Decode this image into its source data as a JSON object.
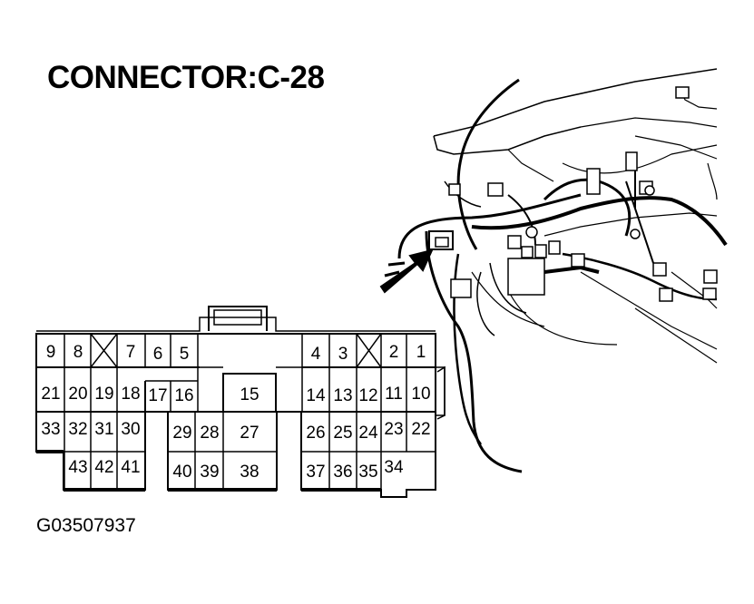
{
  "title": "CONNECTOR:C-28",
  "figure_id": "G03507937",
  "connector": {
    "cells": [
      {
        "pin": "9"
      },
      {
        "pin": "8"
      },
      {
        "pin": "X"
      },
      {
        "pin": "7"
      },
      {
        "pin": "6"
      },
      {
        "pin": "5"
      },
      {
        "pin": "4"
      },
      {
        "pin": "3"
      },
      {
        "pin": "X"
      },
      {
        "pin": "2"
      },
      {
        "pin": "1"
      },
      {
        "pin": "21"
      },
      {
        "pin": "20"
      },
      {
        "pin": "19"
      },
      {
        "pin": "18"
      },
      {
        "pin": "17"
      },
      {
        "pin": "16"
      },
      {
        "pin": "15"
      },
      {
        "pin": "14"
      },
      {
        "pin": "13"
      },
      {
        "pin": "12"
      },
      {
        "pin": "11"
      },
      {
        "pin": "10"
      },
      {
        "pin": "33"
      },
      {
        "pin": "32"
      },
      {
        "pin": "31"
      },
      {
        "pin": "30"
      },
      {
        "pin": "29"
      },
      {
        "pin": "28"
      },
      {
        "pin": "27"
      },
      {
        "pin": "26"
      },
      {
        "pin": "25"
      },
      {
        "pin": "24"
      },
      {
        "pin": "23"
      },
      {
        "pin": "22"
      },
      {
        "pin": "43"
      },
      {
        "pin": "42"
      },
      {
        "pin": "41"
      },
      {
        "pin": "40"
      },
      {
        "pin": "39"
      },
      {
        "pin": "38"
      },
      {
        "pin": "37"
      },
      {
        "pin": "36"
      },
      {
        "pin": "35"
      },
      {
        "pin": "34"
      }
    ]
  },
  "illustration": {
    "subject": "instrument panel wiring harness with arrow pointing to connector location"
  }
}
